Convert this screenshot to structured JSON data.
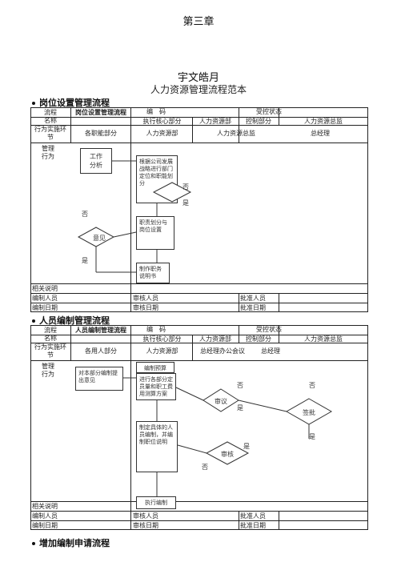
{
  "header": {
    "chapter": "第三章"
  },
  "title": {
    "author": "宇文皓月",
    "subtitle": "人力资源管理流程范本"
  },
  "sections": [
    {
      "label": "岗位设置管理流程"
    },
    {
      "label": "人员编制管理流程"
    },
    {
      "label": "增加编制申请流程"
    }
  ],
  "table1": {
    "flow_name_label": "流程\n名称",
    "flow_name_value": "岗位设置管理流程",
    "code_label": "编　码",
    "control_status_label": "受控状态",
    "exec_core_label": "执行核心部分",
    "hr_dept": "人力资源部",
    "control_part_label": "控制部分",
    "hr_director": "人力资源总监",
    "stage_label": "行为实施环节",
    "col_functional": "各职能部分",
    "col_hr": "人力资源部",
    "col_hr_director": "人力资源总监",
    "col_gm": "总经理",
    "mgmt_label": "管理\n行为",
    "box_analysis": "工作\n分析",
    "box_plan": "根据公司发展战略进行部门定位和职能划分",
    "box_duty": "职责划分与岗位设置",
    "box_desc": "制作职务说明书",
    "diamond_review": "意见",
    "yes": "是",
    "no": "否",
    "related_label": "相关说明",
    "editor_label": "编制人员",
    "reviewer_label": "审核人员",
    "approver_label": "批准人员",
    "edit_date_label": "编制日期",
    "review_date_label": "审核日期",
    "approve_date_label": "批准日期"
  },
  "table2": {
    "flow_name_label": "流程\n名称",
    "flow_name_value": "人员编制管理流程",
    "code_label": "编　码",
    "control_status_label": "受控状态",
    "exec_core_label": "执行核心部分",
    "hr_dept": "人力资源部",
    "control_part_label": "控制部分",
    "hr_director": "人力资源总监",
    "stage_label": "行为实施环节",
    "col_depts": "各用人部分",
    "col_hr": "人力资源部",
    "col_gm_office": "总经理办公会议",
    "col_gm": "总经理",
    "mgmt_label": "管理\n行为",
    "box_opinion": "对本部分编制提出意见",
    "box_budget": "编制预算",
    "box_analyze": "进行各部分定员量和职工费用测算方案",
    "box_define": "制定具体的人员编制，并编制职位说明",
    "box_execute": "执行编制",
    "diamond_review": "审议",
    "diamond_audit": "审核",
    "diamond_approve": "签批",
    "yes": "是",
    "no": "否",
    "related_label": "相关说明",
    "editor_label": "编制人员",
    "reviewer_label": "审核人员",
    "approver_label": "批准人员",
    "edit_date_label": "编制日期",
    "review_date_label": "审核日期",
    "approve_date_label": "批准日期"
  }
}
